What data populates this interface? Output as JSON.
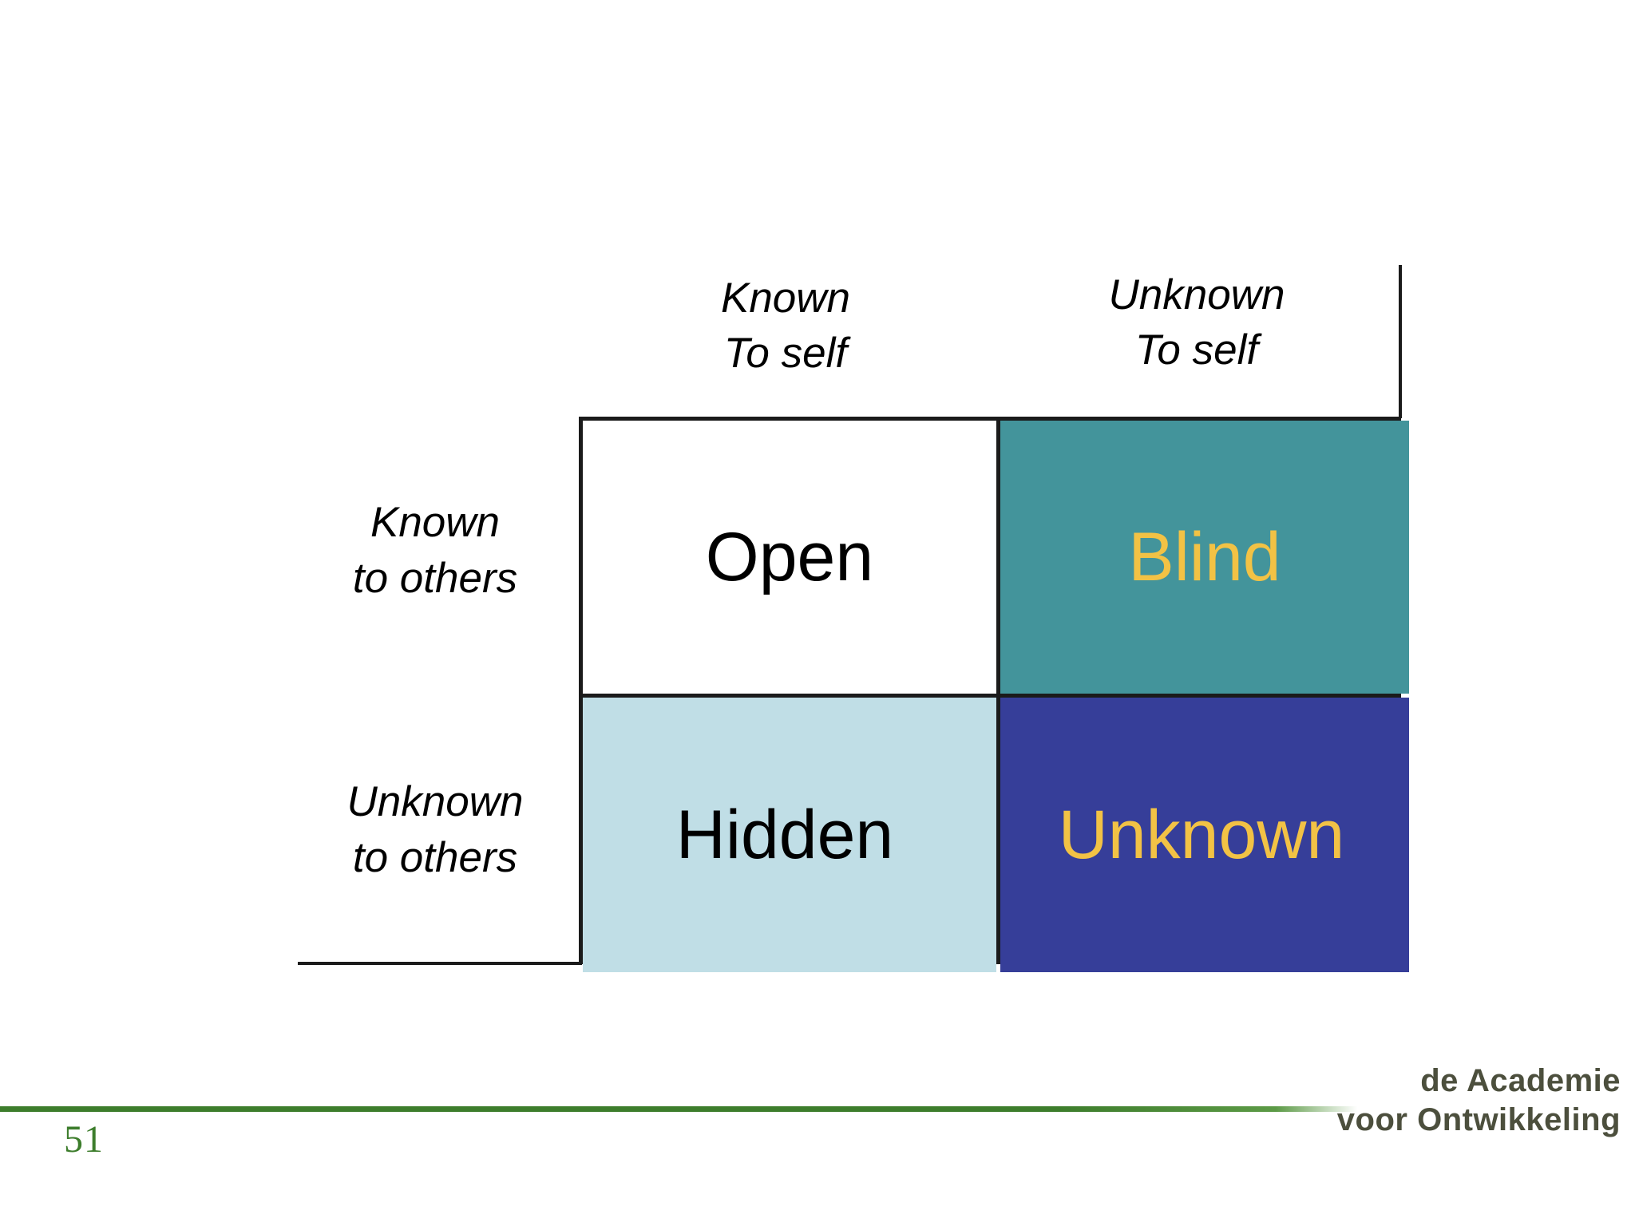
{
  "slide": {
    "background_color": "#ffffff",
    "page_number": "51"
  },
  "diagram": {
    "name": "johari-window",
    "column_headers": [
      {
        "line1": "Known",
        "line2": "To self"
      },
      {
        "line1": "Unknown",
        "line2": "To self"
      }
    ],
    "row_labels": [
      {
        "line1": "Known",
        "line2": "to others"
      },
      {
        "line1": "Unknown",
        "line2": "to others"
      }
    ],
    "quadrants": [
      {
        "key": "open",
        "label": "Open",
        "background_color": "#ffffff",
        "text_color": "#000000",
        "row": "Known to others",
        "column": "Known To self"
      },
      {
        "key": "blind",
        "label": "Blind",
        "background_color": "#43949b",
        "text_color": "#f2c245",
        "row": "Known to others",
        "column": "Unknown To self"
      },
      {
        "key": "hidden",
        "label": "Hidden",
        "background_color": "#c0dee6",
        "text_color": "#000000",
        "row": "Unknown to others",
        "column": "Known To self"
      },
      {
        "key": "unknown",
        "label": "Unknown",
        "background_color": "#363e99",
        "text_color": "#f2c245",
        "row": "Unknown to others",
        "column": "Unknown To self"
      }
    ],
    "border_color": "#1b1b1b"
  },
  "footer": {
    "rule_color": "#3d7d2c",
    "page_number_color": "#3d7d2c",
    "logo": {
      "line1": "de Academie",
      "line2": "voor Ontwikkeling",
      "color": "#4c4f3d"
    }
  }
}
